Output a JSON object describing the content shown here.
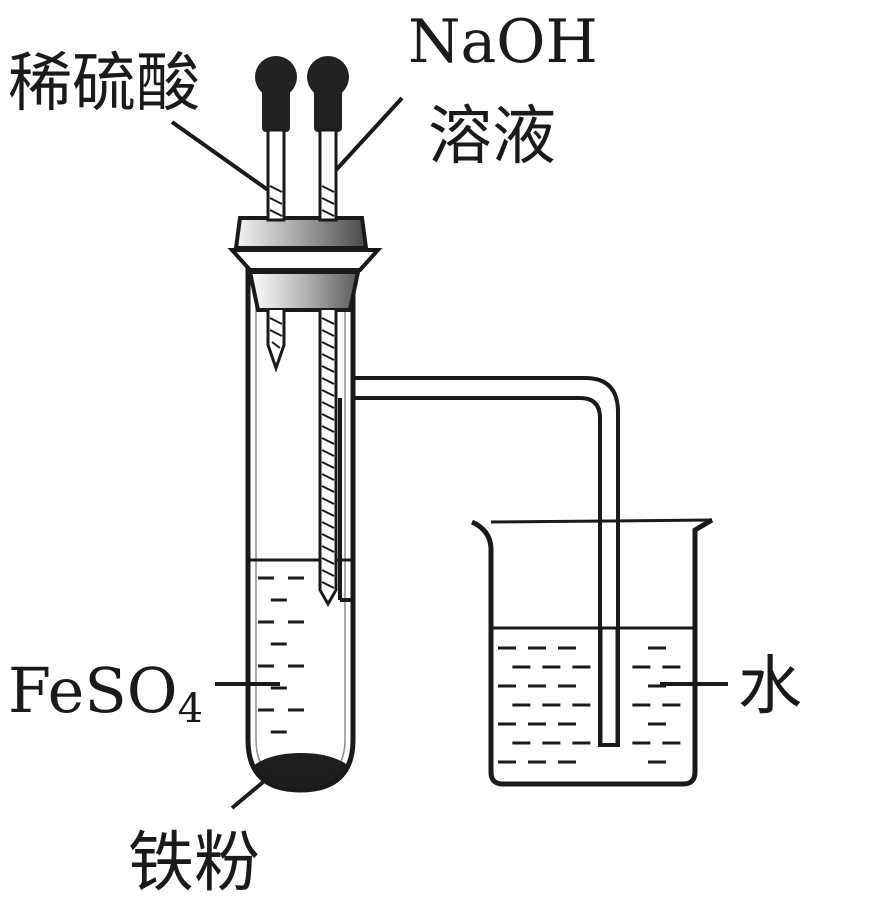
{
  "labels": {
    "dilute_sulfuric_acid": "稀硫酸",
    "naoh_line1": "NaOH",
    "naoh_line2": "溶液",
    "feso4_main": "FeSO",
    "feso4_sub": "4",
    "water": "水",
    "iron_powder": "铁粉"
  },
  "colors": {
    "stroke": "#1a1a1a",
    "bulb": "#222222",
    "stopper_light": "#f2f2f2",
    "stopper_dark": "#555555"
  }
}
